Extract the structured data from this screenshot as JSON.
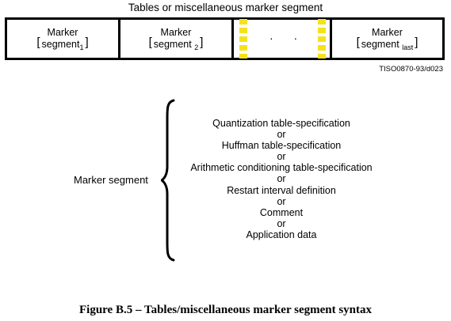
{
  "title": "Tables or miscellaneous marker segment",
  "segments": [
    {
      "line1": "Marker",
      "line2": "segment",
      "sub": "1"
    },
    {
      "line1": "Marker",
      "line2": "segment",
      "sub": "2"
    },
    {
      "line1": "Marker",
      "line2": "segment",
      "sub": "last"
    }
  ],
  "ellipsis": "· · ·",
  "bracket_open": "[",
  "bracket_close": "]",
  "reference_code": "TISO0870-93/d023",
  "marker_segment_label": "Marker segment",
  "options": [
    "Quantization table-specification",
    "or",
    "Huffman table-specification",
    "or",
    "Arithmetic conditioning table-specification",
    "or",
    "Restart interval definition",
    "or",
    "Comment",
    "or",
    "Application data"
  ],
  "caption": "Figure B.5 – Tables/miscellaneous marker segment syntax",
  "colors": {
    "dash_yellow": "#f5e21b",
    "line": "#000000"
  }
}
